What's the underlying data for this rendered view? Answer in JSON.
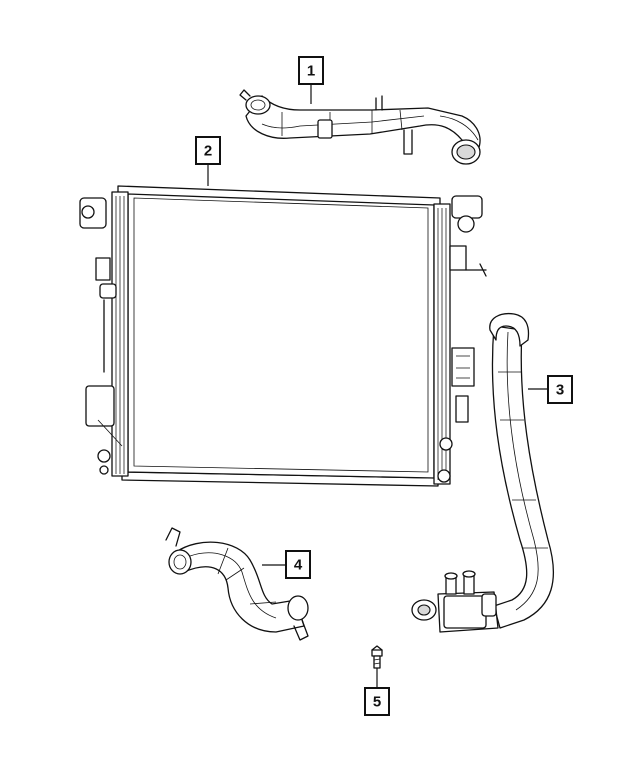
{
  "diagram": {
    "callouts": [
      {
        "id": "1",
        "label": "1",
        "part": "upper-radiator-hose"
      },
      {
        "id": "2",
        "label": "2",
        "part": "radiator"
      },
      {
        "id": "3",
        "label": "3",
        "part": "lower-radiator-hose"
      },
      {
        "id": "4",
        "label": "4",
        "part": "bypass-hose"
      },
      {
        "id": "5",
        "label": "5",
        "part": "bolt"
      }
    ]
  }
}
